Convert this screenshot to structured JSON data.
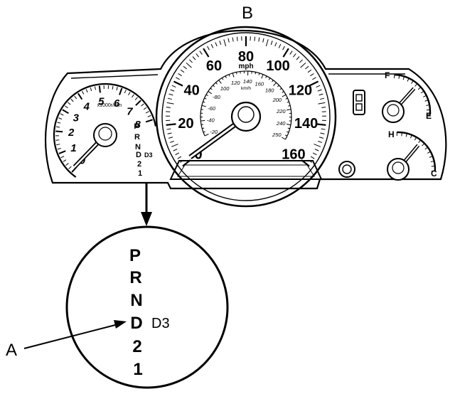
{
  "callouts": {
    "top": "B",
    "left": "A"
  },
  "tachometer": {
    "numbers": [
      "0",
      "1",
      "2",
      "3",
      "4",
      "5",
      "6",
      "7",
      "8"
    ],
    "unit": "x1000r/min"
  },
  "speedometer": {
    "mph_numbers": [
      "0",
      "20",
      "40",
      "60",
      "80",
      "100",
      "120",
      "140",
      "160"
    ],
    "mph_unit": "mph",
    "kmh_numbers": [
      "-20",
      "-40",
      "-60",
      "-80",
      "100",
      "120",
      "140",
      "160",
      "180",
      "200",
      "220",
      "240",
      "250"
    ],
    "kmh_unit": "km/h"
  },
  "fuel_gauge": {
    "full": "F",
    "empty": "E"
  },
  "temp_gauge": {
    "hot": "H",
    "cold": "C"
  },
  "gear_indicator_small": {
    "gears": [
      "P",
      "R",
      "N",
      "D",
      "2",
      "1"
    ],
    "d3": "D3"
  },
  "gear_indicator_zoom": {
    "gears": [
      "P",
      "R",
      "N",
      "D",
      "2",
      "1"
    ],
    "d3": "D3"
  },
  "colors": {
    "ink": "#000000",
    "background": "#ffffff"
  }
}
